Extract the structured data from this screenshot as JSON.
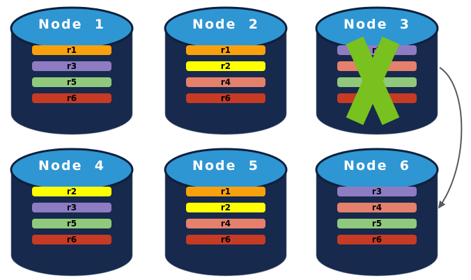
{
  "diagram": {
    "background": "#ffffff",
    "colors": {
      "cylinder_body": "#17294d",
      "cylinder_top": "#2e96d3",
      "cylinder_rim": "#0d1f3c",
      "title_text": "#ffffff",
      "replica_text": "#000000",
      "failure_x": "#79c11e",
      "arrow": "#58595b",
      "replica_palette": {
        "r1": "#f9a10c",
        "r2": "#ffff00",
        "r3": "#8e7cc3",
        "r4": "#e5806c",
        "r5": "#90c97c",
        "r6": "#c73a24"
      }
    },
    "nodes": [
      {
        "id": "node-1",
        "title": "Node  1",
        "failed": false,
        "replicas": [
          {
            "label": "r1",
            "color": "#f9a10c"
          },
          {
            "label": "r3",
            "color": "#8e7cc3"
          },
          {
            "label": "r5",
            "color": "#90c97c"
          },
          {
            "label": "r6",
            "color": "#c73a24"
          }
        ]
      },
      {
        "id": "node-2",
        "title": "Node  2",
        "failed": false,
        "replicas": [
          {
            "label": "r1",
            "color": "#f9a10c"
          },
          {
            "label": "r2",
            "color": "#ffff00"
          },
          {
            "label": "r4",
            "color": "#e5806c"
          },
          {
            "label": "r6",
            "color": "#c73a24"
          }
        ]
      },
      {
        "id": "node-3",
        "title": "Node  3",
        "failed": true,
        "replicas": [
          {
            "label": "r3",
            "color": "#8e7cc3"
          },
          {
            "label": "",
            "color": "#e5806c"
          },
          {
            "label": "",
            "color": "#90c97c"
          },
          {
            "label": "",
            "color": "#c73a24"
          }
        ]
      },
      {
        "id": "node-4",
        "title": "Node  4",
        "failed": false,
        "replicas": [
          {
            "label": "r2",
            "color": "#ffff00"
          },
          {
            "label": "r3",
            "color": "#8e7cc3"
          },
          {
            "label": "r5",
            "color": "#90c97c"
          },
          {
            "label": "r6",
            "color": "#c73a24"
          }
        ]
      },
      {
        "id": "node-5",
        "title": "Node  5",
        "failed": false,
        "replicas": [
          {
            "label": "r1",
            "color": "#f9a10c"
          },
          {
            "label": "r2",
            "color": "#ffff00"
          },
          {
            "label": "r4",
            "color": "#e5806c"
          },
          {
            "label": "r6",
            "color": "#c73a24"
          }
        ]
      },
      {
        "id": "node-6",
        "title": "Node  6",
        "failed": false,
        "replicas": [
          {
            "label": "r3",
            "color": "#8e7cc3"
          },
          {
            "label": "r4",
            "color": "#e5806c"
          },
          {
            "label": "r5",
            "color": "#90c97c"
          },
          {
            "label": "r6",
            "color": "#c73a24"
          }
        ]
      }
    ],
    "arrow": {
      "from": "node-3",
      "to": "node-6"
    }
  }
}
